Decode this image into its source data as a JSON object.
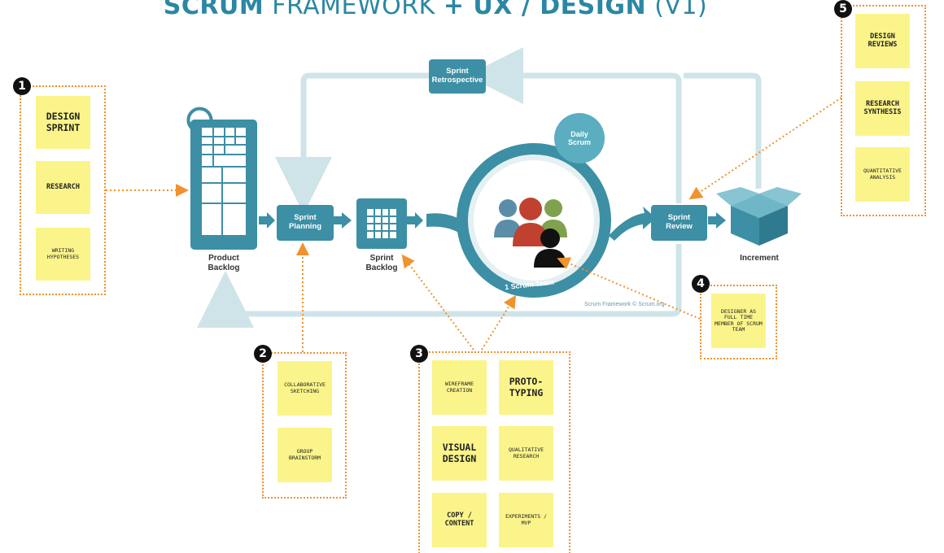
{
  "title": {
    "part1": "SCRUM",
    "part2": " FRAMEWORK ",
    "part3": "+ UX / DESIGN",
    "part4": " (V1)"
  },
  "flow": {
    "product_backlog": "Product\nBacklog",
    "sprint_planning": "Sprint\nPlanning",
    "sprint_backlog": "Sprint\nBacklog",
    "daily_scrum": "Daily\nScrum",
    "scrum_team": "1 Scrum Team",
    "sprint_review": "Sprint\nReview",
    "sprint_retrospective": "Sprint\nRetrospective",
    "increment": "Increment",
    "copyright": "Scrum Framework © Scrum.org"
  },
  "groups": [
    {
      "number": "1",
      "notes": [
        "Design Sprint",
        "Research",
        "Writing Hypotheses"
      ]
    },
    {
      "number": "2",
      "notes": [
        "Collaborative Sketching",
        "Group Brainstorm"
      ]
    },
    {
      "number": "3",
      "notes": [
        "Wireframe Creation",
        "Proto-typing",
        "Visual Design",
        "Qualitative Research",
        "Copy / Content",
        "Experiments / MVP"
      ]
    },
    {
      "number": "4",
      "notes": [
        "Designer as full time member of Scrum Team"
      ]
    },
    {
      "number": "5",
      "notes": [
        "Design Reviews",
        "Research Synthesis",
        "Quantitative Analysis"
      ]
    }
  ],
  "colors": {
    "teal": "#3c8fa4",
    "light_teal": "#cfe4e8",
    "sticky": "#fbf48a",
    "connector": "#f0922e"
  }
}
